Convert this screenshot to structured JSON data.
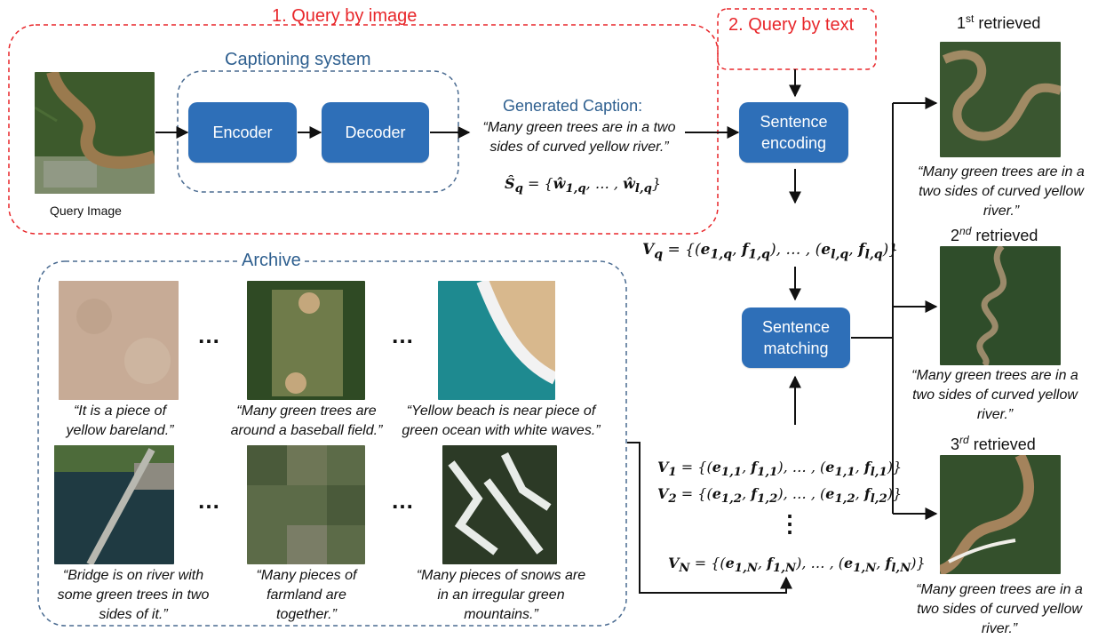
{
  "titles": {
    "query_by_image": "1. Query by image",
    "query_by_text": "2. Query by text",
    "captioning_system": "Captioning system",
    "archive": "Archive"
  },
  "blocks": {
    "encoder": "Encoder",
    "decoder": "Decoder",
    "sentence_encoding": [
      "Sentence",
      "encoding"
    ],
    "sentence_matching": [
      "Sentence",
      "matching"
    ]
  },
  "query": {
    "image_label": "Query Image",
    "generated_caption_label": "Generated Caption:",
    "generated_caption": [
      "“Many green trees are in a two",
      "sides of curved yellow river.”"
    ],
    "sq": "S_q = {ŵ_1,q , … , ŵ_l,q}",
    "vq": "V_q = {(e_1,q , f_1,q ), … , (e_l,q , f_l,q )}"
  },
  "archive": {
    "captions": [
      [
        "“It is a piece of",
        "yellow bareland.”"
      ],
      [
        "“Many green trees are",
        "around a baseball field.”"
      ],
      [
        "“Yellow beach is near piece of",
        "green ocean with white waves.”"
      ],
      [
        "“Bridge is on river with",
        "some green trees in two",
        "sides of it.”"
      ],
      [
        "“Many pieces of",
        "farmland are",
        "together.”"
      ],
      [
        "“Many pieces of snows are",
        "in an irregular green",
        "mountains.”"
      ]
    ],
    "ellipsis": "…",
    "vectors": [
      "V_1 = {(e_1,1 , f_1,1 ), … , (e_1,1 , f_l,1 )}",
      "V_2 = {(e_1,2 , f_1,2 ), … , (e_1,2 , f_l,2 )}",
      "V_N = {(e_1,N , f_1,N ), … , (e_1,N , f_l,N )}"
    ],
    "vdots": "⋮"
  },
  "retrieved": {
    "labels": [
      {
        "ordinal": "1",
        "suffix": "st",
        "word": "retrieved"
      },
      {
        "ordinal": "2",
        "suffix": "nd",
        "word": "retrieved"
      },
      {
        "ordinal": "3",
        "suffix": "rd",
        "word": "retrieved"
      }
    ],
    "caption": [
      "“Many green trees are in a",
      "two sides of curved yellow",
      "river.”"
    ]
  },
  "colors": {
    "red_dashed": "#e8262a",
    "blue_dashed": "#4a6b91",
    "block_blue": "#2e6fb8"
  }
}
